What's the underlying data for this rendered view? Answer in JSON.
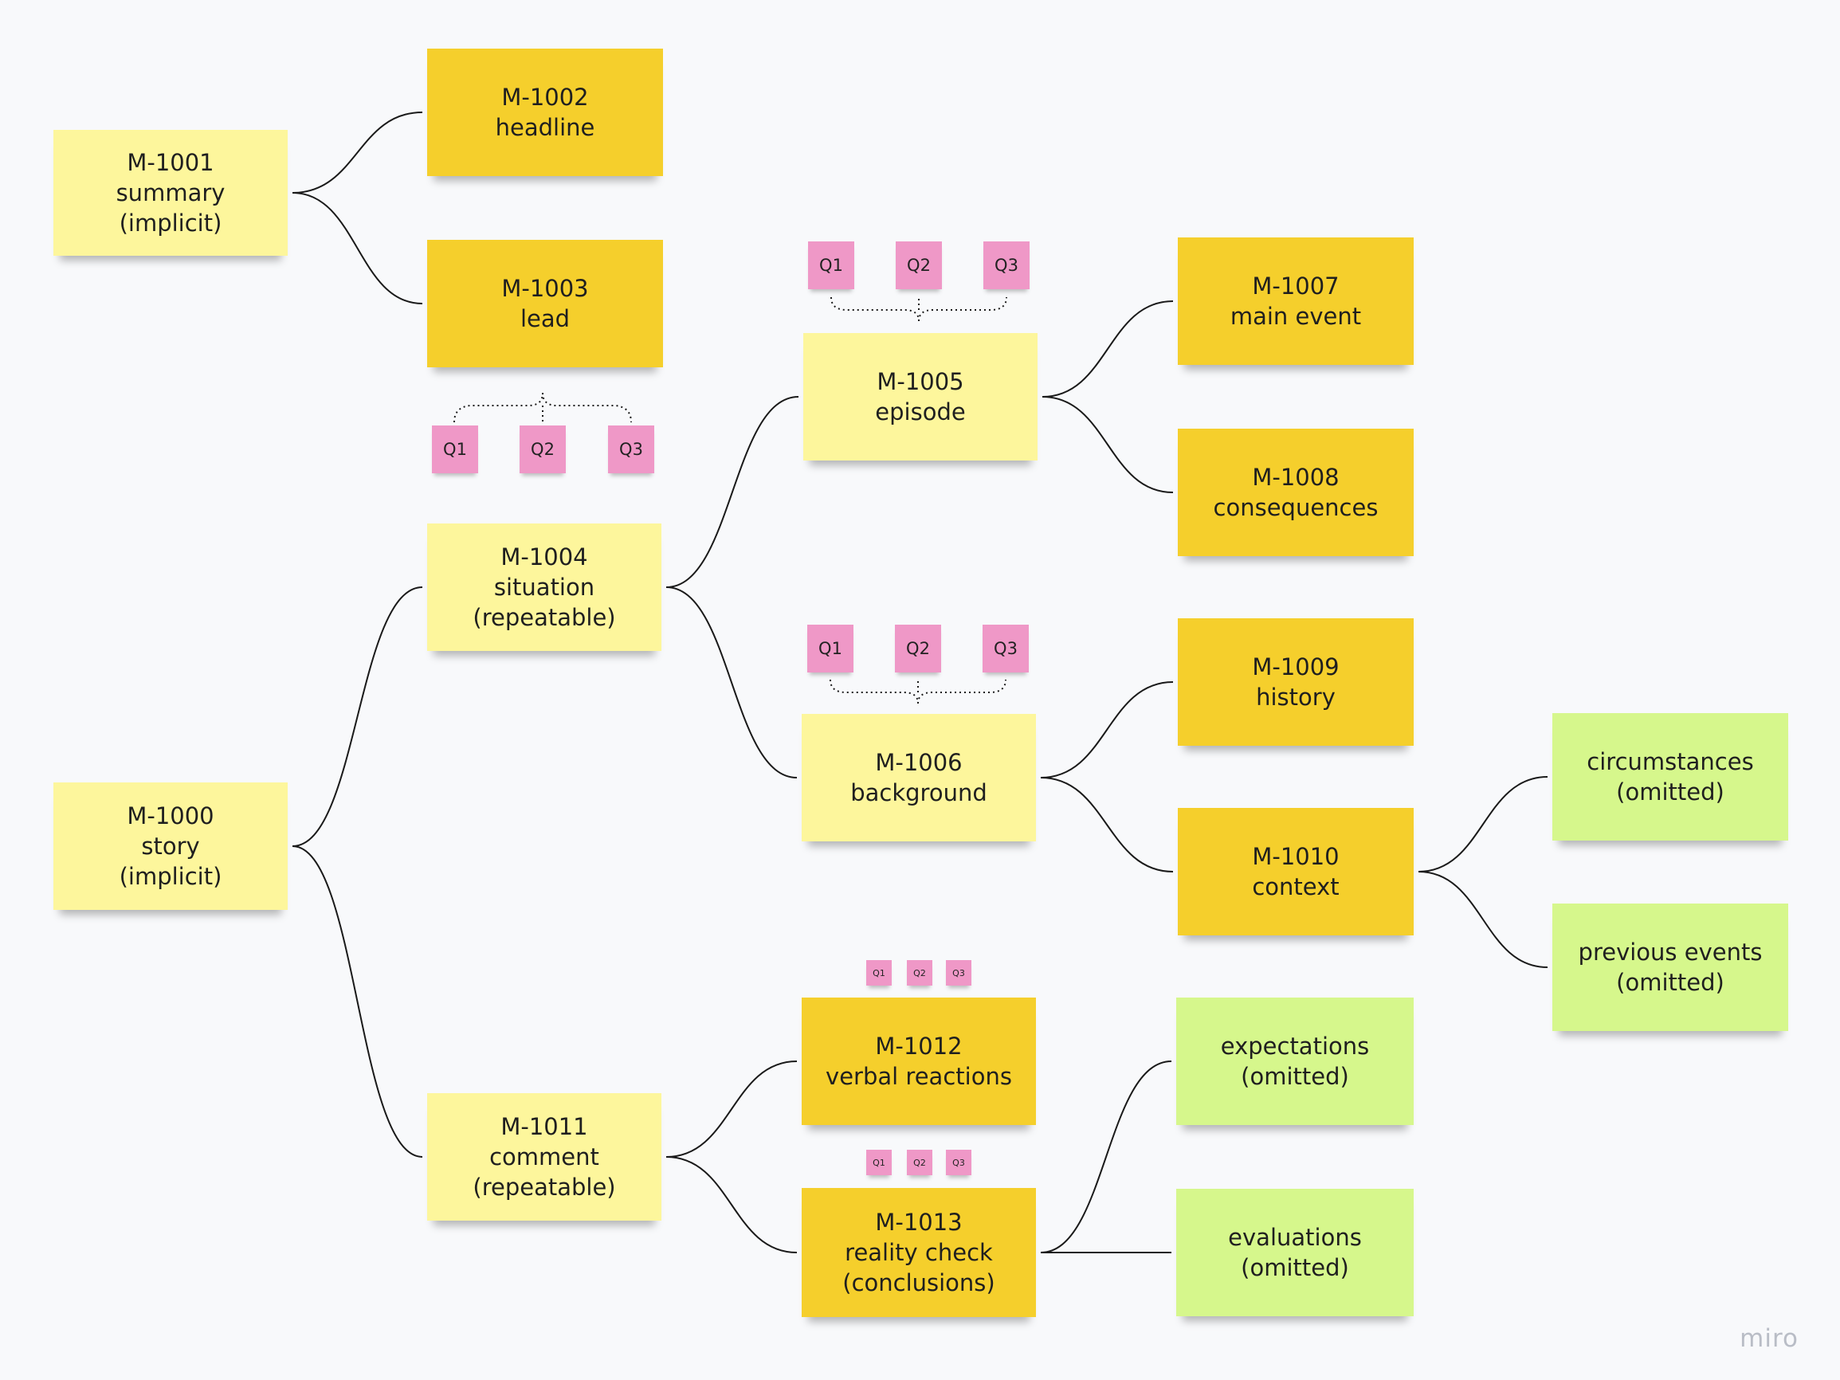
{
  "notes": [
    {
      "id": "n1001",
      "style": "pale",
      "lines": [
        "M-1001",
        "summary",
        "(implicit)"
      ]
    },
    {
      "id": "n1002",
      "style": "gold",
      "lines": [
        "M-1002",
        "headline"
      ]
    },
    {
      "id": "n1003",
      "style": "gold",
      "lines": [
        "M-1003",
        "lead"
      ]
    },
    {
      "id": "n1004",
      "style": "pale",
      "lines": [
        "M-1004",
        "situation",
        "(repeatable)"
      ]
    },
    {
      "id": "n1000",
      "style": "pale",
      "lines": [
        "M-1000",
        "story",
        "(implicit)"
      ]
    },
    {
      "id": "n1005",
      "style": "pale",
      "lines": [
        "M-1005",
        "episode"
      ]
    },
    {
      "id": "n1006",
      "style": "pale",
      "lines": [
        "M-1006",
        "background"
      ]
    },
    {
      "id": "n1011",
      "style": "pale",
      "lines": [
        "M-1011",
        "comment",
        "(repeatable)"
      ]
    },
    {
      "id": "n1012",
      "style": "gold",
      "lines": [
        "M-1012",
        "verbal reactions"
      ]
    },
    {
      "id": "n1013",
      "style": "gold",
      "lines": [
        "M-1013",
        "reality check",
        "(conclusions)"
      ]
    },
    {
      "id": "n1007",
      "style": "gold",
      "lines": [
        "M-1007",
        "main event"
      ]
    },
    {
      "id": "n1008",
      "style": "gold",
      "lines": [
        "M-1008",
        "consequences"
      ]
    },
    {
      "id": "n1009",
      "style": "gold",
      "lines": [
        "M-1009",
        "history"
      ]
    },
    {
      "id": "n1010",
      "style": "gold",
      "lines": [
        "M-1010",
        "context"
      ]
    },
    {
      "id": "nexp",
      "style": "green",
      "lines": [
        "expectations",
        "(omitted)"
      ]
    },
    {
      "id": "neval",
      "style": "green",
      "lines": [
        "evaluations",
        "(omitted)"
      ]
    },
    {
      "id": "ncirc",
      "style": "green",
      "lines": [
        "circumstances",
        "(omitted)"
      ]
    },
    {
      "id": "nprev",
      "style": "green",
      "lines": [
        "previous events",
        "(omitted)"
      ]
    }
  ],
  "tag_groups": [
    {
      "id": "tg-lead",
      "attached_to": "n1003",
      "labels": [
        "Q1",
        "Q2",
        "Q3"
      ]
    },
    {
      "id": "tg-episode",
      "attached_to": "n1005",
      "labels": [
        "Q1",
        "Q2",
        "Q3"
      ]
    },
    {
      "id": "tg-background",
      "attached_to": "n1006",
      "labels": [
        "Q1",
        "Q2",
        "Q3"
      ]
    },
    {
      "id": "tg-verbal",
      "attached_to": "n1012",
      "labels": [
        "Q1",
        "Q2",
        "Q3"
      ]
    },
    {
      "id": "tg-reality",
      "attached_to": "n1013",
      "labels": [
        "Q1",
        "Q2",
        "Q3"
      ]
    }
  ],
  "edges": [
    [
      "n1001",
      "n1002"
    ],
    [
      "n1001",
      "n1003"
    ],
    [
      "n1000",
      "n1004"
    ],
    [
      "n1000",
      "n1011"
    ],
    [
      "n1004",
      "n1005"
    ],
    [
      "n1004",
      "n1006"
    ],
    [
      "n1005",
      "n1007"
    ],
    [
      "n1005",
      "n1008"
    ],
    [
      "n1006",
      "n1009"
    ],
    [
      "n1006",
      "n1010"
    ],
    [
      "n1010",
      "ncirc"
    ],
    [
      "n1010",
      "nprev"
    ],
    [
      "n1011",
      "n1012"
    ],
    [
      "n1011",
      "n1013"
    ],
    [
      "n1013",
      "nexp"
    ],
    [
      "n1013",
      "neval"
    ]
  ],
  "colors": {
    "pale": "#fdf69c",
    "gold": "#f5cf2c",
    "green": "#d6f78c",
    "tag": "#ef98c7",
    "line": "#1a1a1a",
    "background": "#f8f9fb"
  },
  "watermark": "miro"
}
